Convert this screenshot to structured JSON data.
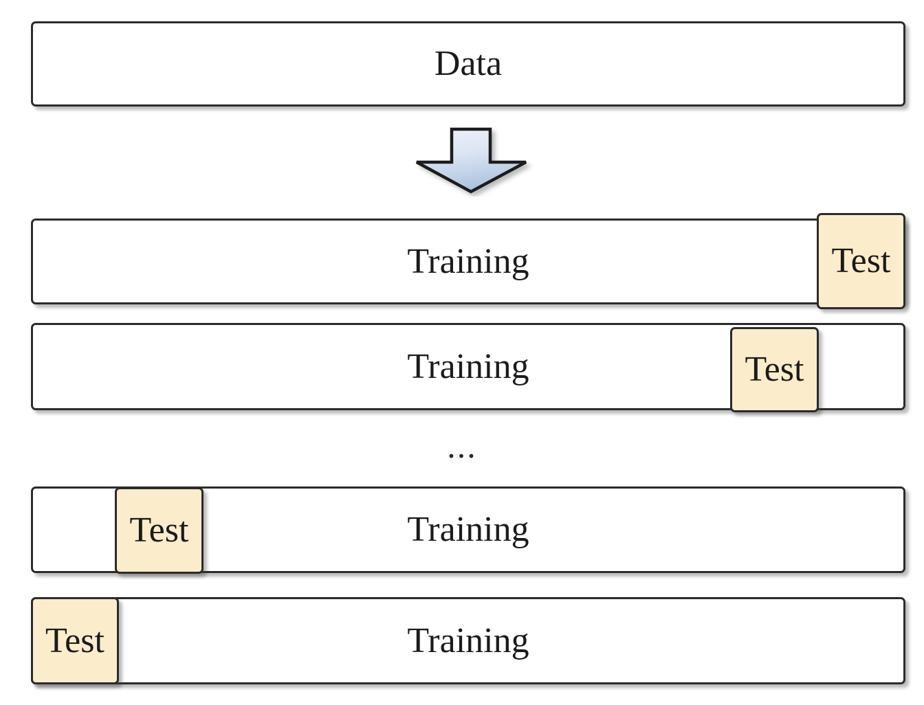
{
  "figure": {
    "kind": "cross-validation-split-diagram",
    "source_box": {
      "label": "Data"
    },
    "flow_arrow": {
      "icon": "down-block-arrow-icon",
      "direction": "down",
      "fill_top": "#e6ecf8",
      "fill_bottom": "#b3c6e3",
      "stroke": "#1b1b1b"
    },
    "ellipsis": "...",
    "colors": {
      "bar_fill": "#ffffff",
      "bar_stroke": "#2b2b2b",
      "test_fill": "#fbeccb",
      "text": "#1b1b1b"
    },
    "folds": [
      {
        "id": "fold-1",
        "training_label": "Training",
        "test_label": "Test",
        "test_position": "right-end"
      },
      {
        "id": "fold-2",
        "training_label": "Training",
        "test_label": "Test",
        "test_position": "right-inner"
      },
      {
        "id": "fold-n-1",
        "training_label": "Training",
        "test_label": "Test",
        "test_position": "left-inner"
      },
      {
        "id": "fold-n",
        "training_label": "Training",
        "test_label": "Test",
        "test_position": "left-end"
      }
    ]
  }
}
